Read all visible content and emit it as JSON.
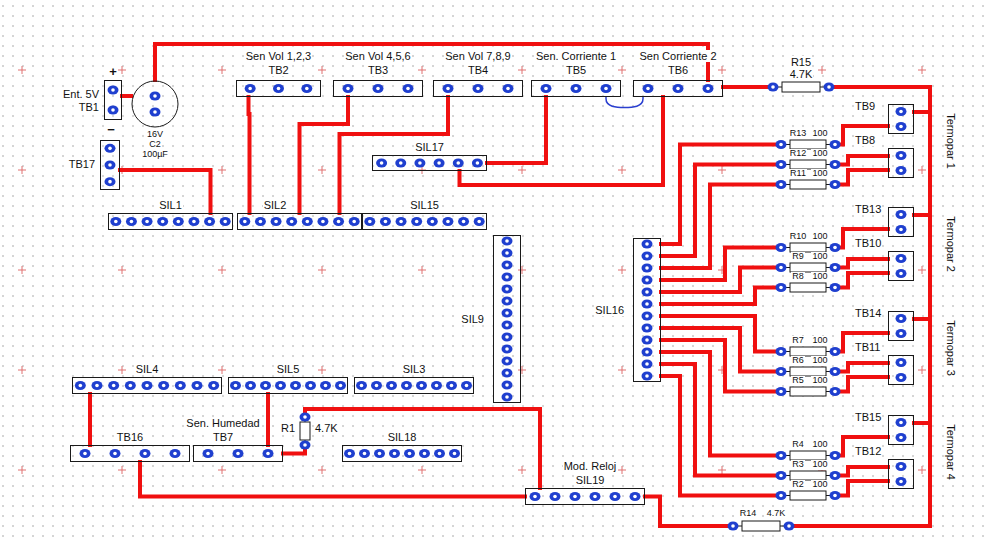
{
  "diagram": {
    "nodes": [
      {
        "text": [
          "Ent. 5V",
          "TB1"
        ]
      },
      {
        "text": [
          "16V",
          "C2",
          "100µF"
        ]
      },
      {
        "text": [
          "TB17"
        ]
      },
      {
        "text": [
          "Sen Vol 1,2,3",
          "TB2"
        ]
      },
      {
        "text": [
          "Sen Vol 4,5,6",
          "TB3"
        ]
      },
      {
        "text": [
          "Sen Vol 7,8,9",
          "TB4"
        ]
      },
      {
        "text": [
          "Sen. Corriente 1",
          "TB5"
        ]
      },
      {
        "text": [
          "Sen Corriente 2",
          "TB6"
        ]
      },
      {
        "text": [
          "R15",
          "4.7K"
        ]
      },
      {
        "text": [
          "SIL17"
        ]
      },
      {
        "text": [
          "SIL1"
        ]
      },
      {
        "text": [
          "SIL2"
        ]
      },
      {
        "text": [
          "SIL15"
        ]
      },
      {
        "text": [
          "SIL9"
        ]
      },
      {
        "text": [
          "SIL16"
        ]
      },
      {
        "text": [
          "TB9"
        ]
      },
      {
        "text": [
          "R13",
          "100"
        ]
      },
      {
        "text": [
          "R12",
          "100"
        ]
      },
      {
        "text": [
          "R11",
          "100"
        ]
      },
      {
        "text": [
          "TB8"
        ]
      },
      {
        "text": [
          "TB13"
        ]
      },
      {
        "text": [
          "R10",
          "100"
        ]
      },
      {
        "text": [
          "R9",
          "100"
        ]
      },
      {
        "text": [
          "R8",
          "100"
        ]
      },
      {
        "text": [
          "TB10"
        ]
      },
      {
        "text": [
          "TB14"
        ]
      },
      {
        "text": [
          "R7",
          "100"
        ]
      },
      {
        "text": [
          "R6",
          "100"
        ]
      },
      {
        "text": [
          "R5",
          "100"
        ]
      },
      {
        "text": [
          "TB11"
        ]
      },
      {
        "text": [
          "TB15"
        ]
      },
      {
        "text": [
          "R4",
          "100"
        ]
      },
      {
        "text": [
          "R3",
          "100"
        ]
      },
      {
        "text": [
          "R2",
          "100"
        ]
      },
      {
        "text": [
          "TB12"
        ]
      },
      {
        "text": [
          "SIL4"
        ]
      },
      {
        "text": [
          "SIL5"
        ]
      },
      {
        "text": [
          "SIL3"
        ]
      },
      {
        "text": [
          "TB16"
        ]
      },
      {
        "text": [
          "Sen. Humedad",
          "TB7"
        ]
      },
      {
        "text": [
          "R1",
          "4.7K"
        ]
      },
      {
        "text": [
          "SIL18"
        ]
      },
      {
        "text": [
          "Mod. Reloj",
          "SIL19"
        ]
      },
      {
        "text": [
          "R14",
          "4.7K"
        ]
      }
    ],
    "edges": [
      {
        "from": 0,
        "to": 1,
        "arrow": "none"
      },
      {
        "from": 1,
        "to": 7,
        "arrow": "none"
      },
      {
        "from": 7,
        "to": 8,
        "arrow": "none"
      },
      {
        "from": 2,
        "to": 10,
        "arrow": "none"
      },
      {
        "from": 3,
        "to": 11,
        "arrow": "none"
      },
      {
        "from": 4,
        "to": 11,
        "arrow": "none"
      },
      {
        "from": 5,
        "to": 11,
        "arrow": "none"
      },
      {
        "from": 6,
        "to": 9,
        "arrow": "none"
      },
      {
        "from": 7,
        "to": 9,
        "arrow": "none"
      },
      {
        "from": 6,
        "to": 7,
        "arrow": "none"
      },
      {
        "from": 14,
        "to": 16,
        "arrow": "none"
      },
      {
        "from": 14,
        "to": 17,
        "arrow": "none"
      },
      {
        "from": 14,
        "to": 18,
        "arrow": "none"
      },
      {
        "from": 14,
        "to": 21,
        "arrow": "none"
      },
      {
        "from": 14,
        "to": 22,
        "arrow": "none"
      },
      {
        "from": 14,
        "to": 23,
        "arrow": "none"
      },
      {
        "from": 14,
        "to": 26,
        "arrow": "none"
      },
      {
        "from": 14,
        "to": 27,
        "arrow": "none"
      },
      {
        "from": 14,
        "to": 28,
        "arrow": "none"
      },
      {
        "from": 14,
        "to": 31,
        "arrow": "none"
      },
      {
        "from": 14,
        "to": 32,
        "arrow": "none"
      },
      {
        "from": 14,
        "to": 33,
        "arrow": "none"
      },
      {
        "from": 16,
        "to": 15,
        "arrow": "none"
      },
      {
        "from": 17,
        "to": 19,
        "arrow": "none"
      },
      {
        "from": 18,
        "to": 19,
        "arrow": "none"
      },
      {
        "from": 21,
        "to": 20,
        "arrow": "none"
      },
      {
        "from": 22,
        "to": 24,
        "arrow": "none"
      },
      {
        "from": 23,
        "to": 24,
        "arrow": "none"
      },
      {
        "from": 26,
        "to": 25,
        "arrow": "none"
      },
      {
        "from": 27,
        "to": 29,
        "arrow": "none"
      },
      {
        "from": 28,
        "to": 29,
        "arrow": "none"
      },
      {
        "from": 31,
        "to": 30,
        "arrow": "none"
      },
      {
        "from": 32,
        "to": 34,
        "arrow": "none"
      },
      {
        "from": 33,
        "to": 34,
        "arrow": "none"
      },
      {
        "from": 8,
        "to": 15,
        "arrow": "none"
      },
      {
        "from": 15,
        "to": 20,
        "arrow": "none"
      },
      {
        "from": 20,
        "to": 25,
        "arrow": "none"
      },
      {
        "from": 25,
        "to": 30,
        "arrow": "none"
      },
      {
        "from": 30,
        "to": 43,
        "arrow": "none"
      },
      {
        "from": 38,
        "to": 35,
        "arrow": "none"
      },
      {
        "from": 39,
        "to": 36,
        "arrow": "none"
      },
      {
        "from": 39,
        "to": 40,
        "arrow": "none"
      },
      {
        "from": 40,
        "to": 42,
        "arrow": "none"
      },
      {
        "from": 38,
        "to": 42,
        "arrow": "none"
      },
      {
        "from": 42,
        "to": 43,
        "arrow": "none"
      }
    ],
    "labels": [
      "+",
      "−",
      "Termopar 1",
      "Termopar 2",
      "Termopar 3",
      "Termopar 4"
    ]
  }
}
